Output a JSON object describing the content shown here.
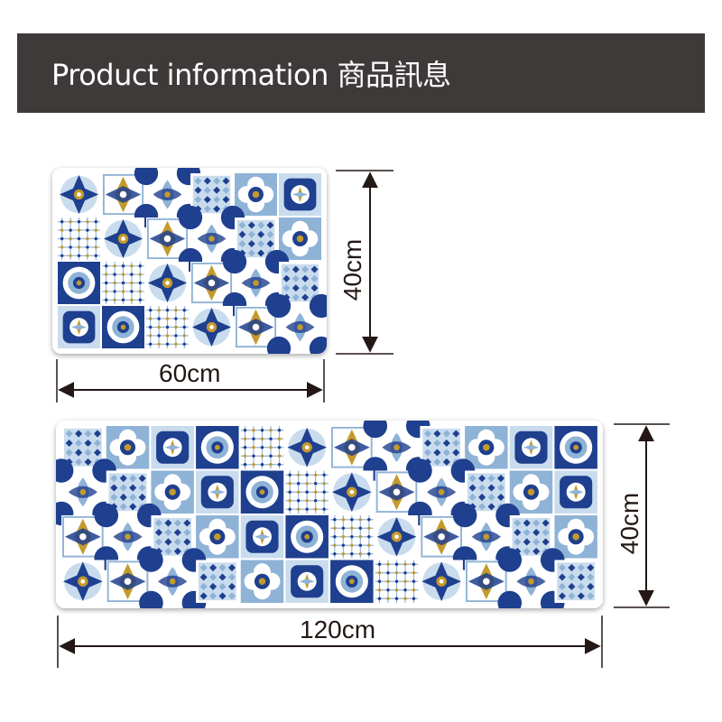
{
  "header": {
    "title": "Product information 商品訊息",
    "background": "#3e3a39",
    "text_color": "#ffffff"
  },
  "products": [
    {
      "name": "small-mat",
      "width_label": "60cm",
      "height_label": "40cm",
      "tile_columns": 6,
      "tile_rows": 4
    },
    {
      "name": "large-mat",
      "width_label": "120cm",
      "height_label": "40cm",
      "tile_columns": 12,
      "tile_rows": 4
    }
  ],
  "palette": {
    "navy": "#1f3f8f",
    "light_blue": "#8fb3d6",
    "pale_blue": "#c9dcee",
    "gold": "#c49a2c",
    "white": "#ffffff",
    "dimension_line": "#231815"
  }
}
